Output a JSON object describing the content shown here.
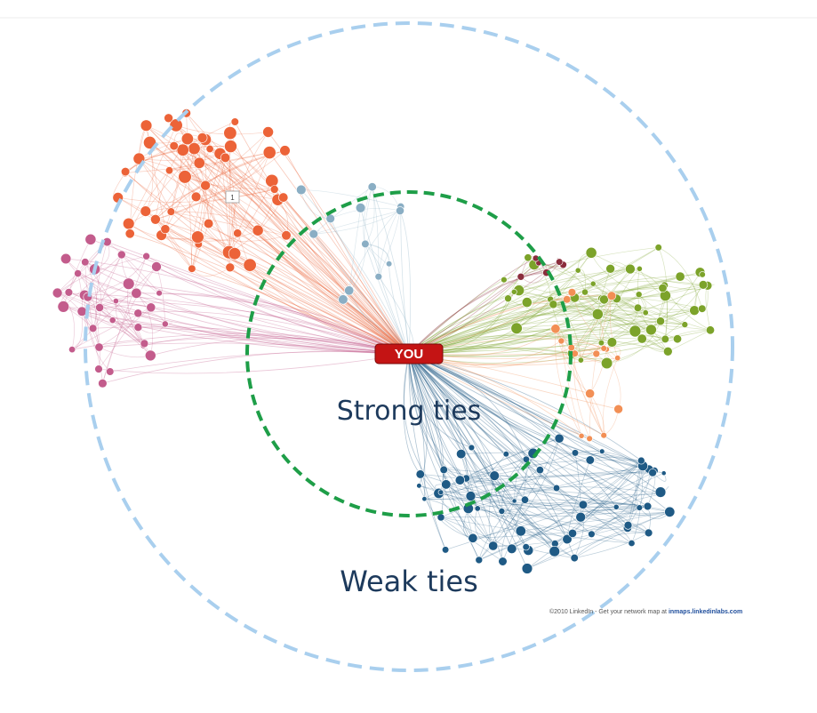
{
  "center_label": "YOU",
  "inner_ring_label": "Strong ties",
  "outer_ring_label": "Weak ties",
  "badge_label": "1",
  "credit": {
    "prefix": "©2010 LinkedIn - Get your network map at ",
    "link": "inmaps.linkedinlabs.com"
  },
  "colors": {
    "center": "#c41414",
    "inner_ring": "#1e9e48",
    "outer_ring": "#a9cfee",
    "orange_cluster": "#ec6338",
    "pink_cluster": "#c35c8c",
    "green_cluster": "#7ca32a",
    "blue_cluster": "#1f5a85",
    "lightblue_cluster": "#8aaec4",
    "lightorange_cluster": "#f28f55",
    "maroon_cluster": "#8b2d3c"
  },
  "clusters": [
    {
      "id": "orange-cluster",
      "color": "#ec6338"
    },
    {
      "id": "pink-cluster",
      "color": "#c35c8c"
    },
    {
      "id": "green-cluster",
      "color": "#7ca32a"
    },
    {
      "id": "blue-cluster",
      "color": "#1f5a85"
    },
    {
      "id": "lightblue-cluster",
      "color": "#8aaec4"
    },
    {
      "id": "lightorange-cluster",
      "color": "#f28f55"
    },
    {
      "id": "maroon-cluster",
      "color": "#8b2d3c"
    }
  ]
}
